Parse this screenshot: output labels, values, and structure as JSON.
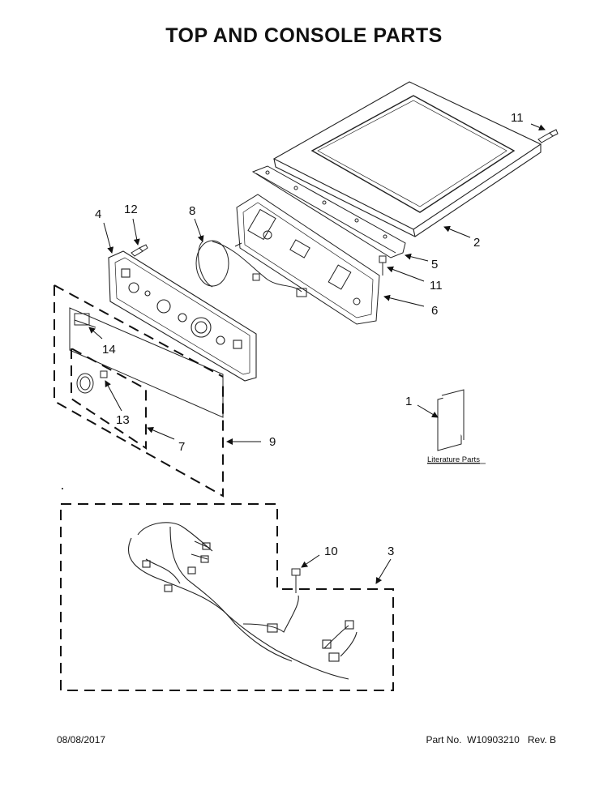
{
  "title": "TOP AND CONSOLE PARTS",
  "callouts": {
    "c1": "1",
    "c2": "2",
    "c3": "3",
    "c4": "4",
    "c5": "5",
    "c6": "6",
    "c7": "7",
    "c8": "8",
    "c9": "9",
    "c10": "10",
    "c11a": "11",
    "c11b": "11",
    "c12": "12",
    "c13": "13",
    "c14": "14"
  },
  "literature_label": "Literature Parts",
  "footer": {
    "date": "08/08/2017",
    "part_label": "Part No.",
    "part_number": "W10903210",
    "revision": "Rev. B"
  }
}
